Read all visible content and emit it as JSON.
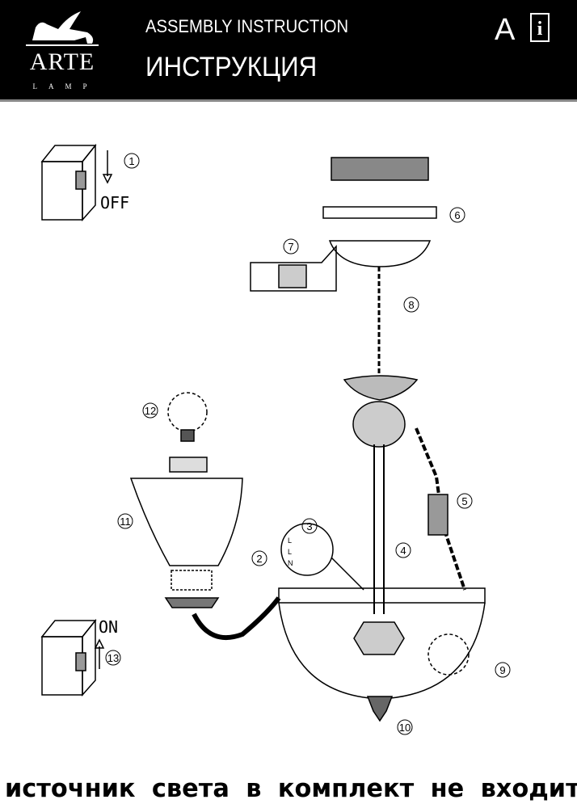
{
  "header": {
    "brand": "ARTE",
    "brand_sub": "LAMP",
    "title_en": "ASSEMBLY INSTRUCTION",
    "title_ru": "ИНСТРУКЦИЯ",
    "language": "A",
    "info_letter": "i"
  },
  "diagram": {
    "switch_off_label": "OFF",
    "switch_on_label": "ON",
    "wire_labels": [
      "L",
      "L",
      "N"
    ],
    "steps": [
      "1",
      "2",
      "3",
      "4",
      "5",
      "6",
      "7",
      "8",
      "9",
      "10",
      "11",
      "12",
      "13"
    ]
  },
  "footer": {
    "note": "источник света в комплект не входит"
  }
}
